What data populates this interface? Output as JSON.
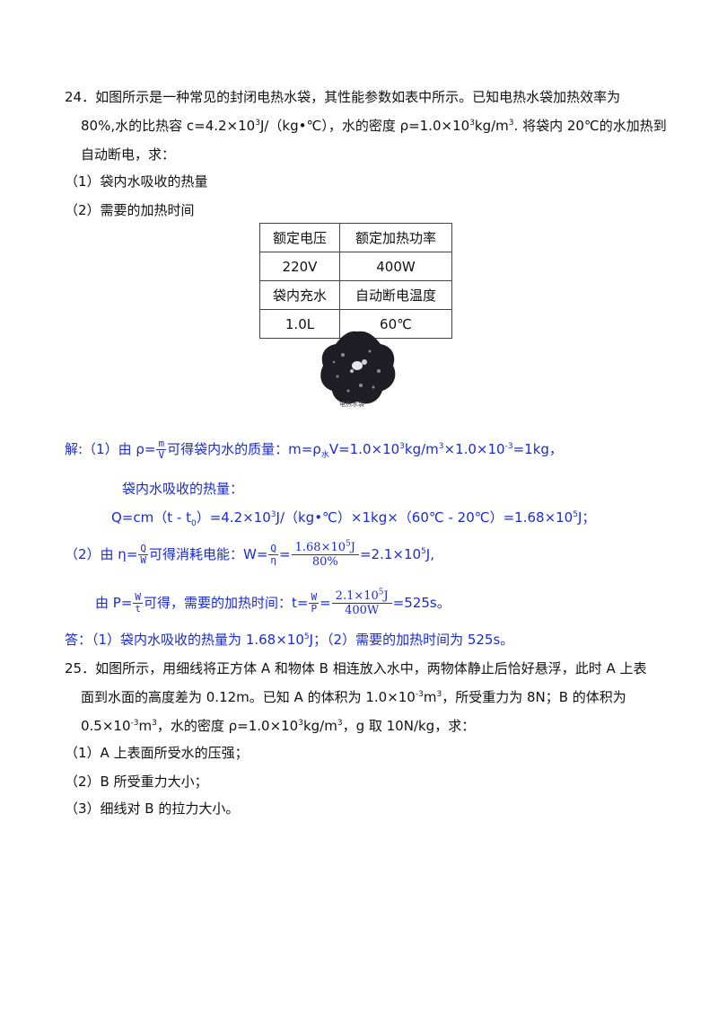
{
  "q24": {
    "line1": "24．如图所示是一种常见的封闭电热水袋，其性能参数如表中所示。已知电热水袋加热效率为",
    "line2_a": "80%,水的比热容 c=4.2×10",
    "line2_exp": "3",
    "line2_b": "J/（kg•℃），水的密度 ρ=1.0×10",
    "line2_c": "kg/m",
    "line2_d": ". 将袋内 20℃的水加热到",
    "line3": "自动断电，求：",
    "sub1": "（1）袋内水吸收的热量",
    "sub2": "（2）需要的加热时间",
    "table": [
      [
        "额定电压",
        "额定加热功率"
      ],
      [
        "220V",
        "400W"
      ],
      [
        "袋内充水",
        "自动断电温度"
      ],
      [
        "1.0L",
        "60℃"
      ]
    ],
    "figure_caption": "电热水袋"
  },
  "solution": {
    "s1_a": "解:（1）由 ρ=",
    "s1_frac_n": "m",
    "s1_frac_d": "V",
    "s1_b": "可得袋内水的质量：m=ρ",
    "s1_sub": "水",
    "s1_c": "V=1.0×10",
    "s1_d": "kg/m",
    "s1_e": "×1.0×10",
    "s1_f": "=1kg，",
    "exp3": "3",
    "exp_neg3": "-3",
    "exp5": "5",
    "s2": "袋内水吸收的热量：",
    "s3_a": "Q=cm（t - t",
    "s3_sub": "0",
    "s3_b": "）=4.2×10",
    "s3_c": "J/（kg•℃）×1kg×（60℃ - 20℃）=1.68×10",
    "s3_d": "J；",
    "s4_a": "（2）由 η=",
    "s4_frac_n": "Q",
    "s4_frac_d": "W",
    "s4_b": "可得消耗电能：W=",
    "s4_frac2_n": "Q",
    "s4_frac2_d": "η",
    "s4_eq": "=",
    "s4_frac3_n": "1.68×10",
    "s4_frac3_unit": "J",
    "s4_frac3_d": "80%",
    "s4_c": "=2.1×10",
    "s4_d": "J,",
    "s5_a": "由 P=",
    "s5_frac_n": "W",
    "s5_frac_d": "t",
    "s5_b": "可得，需要的加热时间：t=",
    "s5_frac2_n": "W",
    "s5_frac2_d": "P",
    "s5_frac3_n": "2.1×10",
    "s5_frac3_unit": "J",
    "s5_frac3_d": "400W",
    "s5_c": "=525s。",
    "ans_a": "答：（1）袋内水吸收的热量为 1.68×10",
    "ans_b": "J；（2）需要的加热时间为 525s。"
  },
  "q25": {
    "line1": "25．如图所示，用细线将正方体 A 和物体 B 相连放入水中，两物体静止后恰好悬浮，此时 A 上表",
    "line2_a": "面到水面的高度差为 0.12m。已知 A 的体积为 1.0×10",
    "line2_b": "m",
    "line2_c": "，所受重力为 8N；B 的体积为",
    "line3_a": "0.5×10",
    "line3_b": "m",
    "line3_c": "，水的密度 ρ=1.0×10",
    "line3_d": "kg/m",
    "line3_e": "，g 取 10N/kg，求：",
    "sub1": "（1）A 上表面所受水的压强；",
    "sub2": "（2）B 所受重力大小；",
    "sub3": "（3）细线对 B 的拉力大小。",
    "exp3": "3",
    "exp_neg3": "-3"
  }
}
